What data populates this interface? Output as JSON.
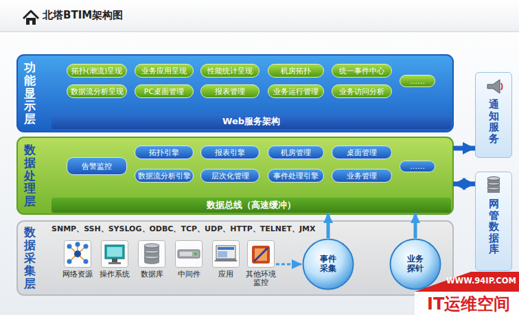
{
  "diagram": {
    "title": "北塔BTIM架构图",
    "nodes": [
      {
        "text": [
          "功能显示层"
        ]
      },
      {
        "text": [
          "拓扑(潮流)呈现"
        ],
        "in": 0
      },
      {
        "text": [
          "业务应用呈现"
        ],
        "in": 0
      },
      {
        "text": [
          "性能统计呈现"
        ],
        "in": 0
      },
      {
        "text": [
          "机房拓扑"
        ],
        "in": 0
      },
      {
        "text": [
          "统一事件中心"
        ],
        "in": 0
      },
      {
        "text": [
          "数据流分析呈现"
        ],
        "in": 0
      },
      {
        "text": [
          "PC桌面管理"
        ],
        "in": 0
      },
      {
        "text": [
          "报表管理"
        ],
        "in": 0
      },
      {
        "text": [
          "业务运行管理"
        ],
        "in": 0
      },
      {
        "text": [
          "业务访问分析"
        ],
        "in": 0
      },
      {
        "text": [
          "……"
        ],
        "in": 0
      },
      {
        "text": [
          "Web服务架构"
        ],
        "in": 0
      },
      {
        "text": [
          "数据处理层"
        ]
      },
      {
        "text": [
          "告警监控"
        ],
        "in": 13
      },
      {
        "text": [
          "拓扑引擎"
        ],
        "in": 13
      },
      {
        "text": [
          "报表引擎"
        ],
        "in": 13
      },
      {
        "text": [
          "机房管理"
        ],
        "in": 13
      },
      {
        "text": [
          "桌面管理"
        ],
        "in": 13
      },
      {
        "text": [
          "数据流分析引擎"
        ],
        "in": 13
      },
      {
        "text": [
          "层次化管理"
        ],
        "in": 13
      },
      {
        "text": [
          "事件处理引擎"
        ],
        "in": 13
      },
      {
        "text": [
          "业务管理"
        ],
        "in": 13
      },
      {
        "text": [
          "……"
        ],
        "in": 13
      },
      {
        "text": [
          "数据总线（高速缓冲）"
        ],
        "in": 13
      },
      {
        "text": [
          "数据采集层",
          "SNMP、SSH、SYSLOG、ODBC、TCP、UDP、HTTP、TELNET、JMX"
        ]
      },
      {
        "text": [
          "网络资源"
        ],
        "in": 25
      },
      {
        "text": [
          "操作系统"
        ],
        "in": 25
      },
      {
        "text": [
          "数据库"
        ],
        "in": 25
      },
      {
        "text": [
          "中间件"
        ],
        "in": 25
      },
      {
        "text": [
          "应用"
        ],
        "in": 25
      },
      {
        "text": [
          "其他环境监控"
        ],
        "in": 25
      },
      {
        "text": [
          "事件采集"
        ],
        "in": 25
      },
      {
        "text": [
          "业务探针"
        ],
        "in": 25
      },
      {
        "text": [
          "通知服务"
        ]
      },
      {
        "text": [
          "网管数据库"
        ]
      }
    ],
    "edges": [
      {
        "from": 31,
        "to": 32,
        "arrow": "to"
      },
      {
        "from": 32,
        "to": 24,
        "arrow": "to"
      },
      {
        "from": 33,
        "to": 24,
        "arrow": "to"
      },
      {
        "from": 13,
        "to": 34,
        "arrow": "to"
      },
      {
        "from": 13,
        "to": 35,
        "arrow": "both"
      }
    ],
    "labels": [
      "WWW.94IP.COM",
      "IT运维空间"
    ]
  }
}
